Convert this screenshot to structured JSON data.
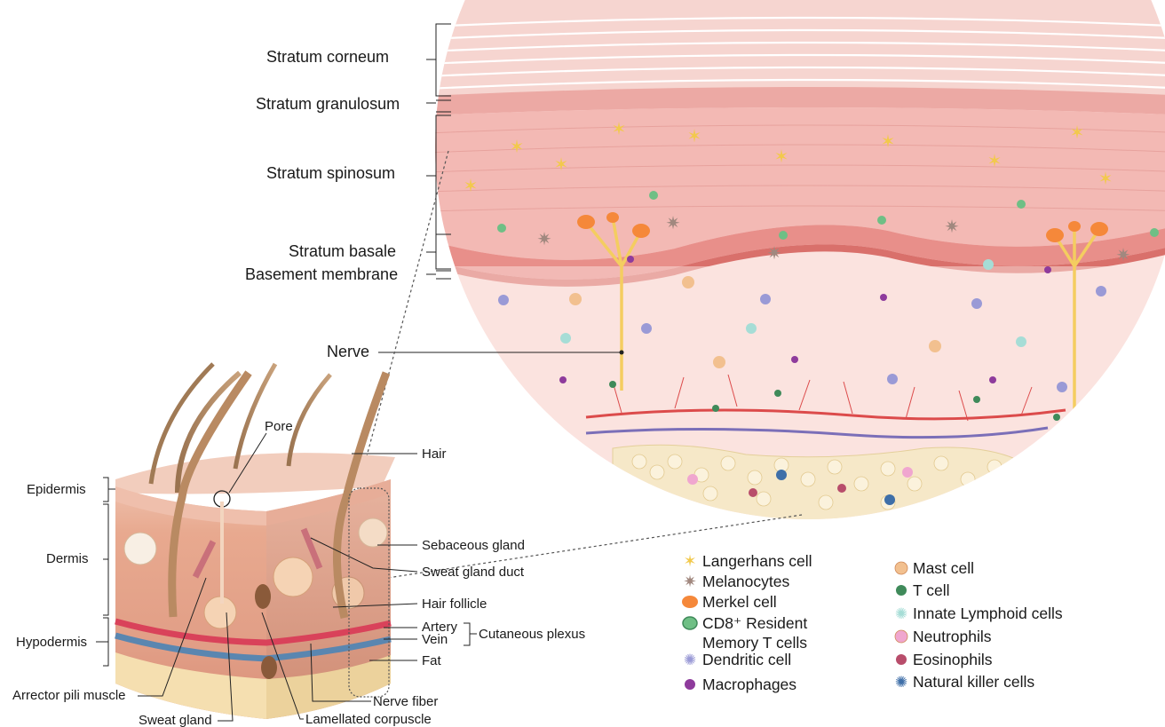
{
  "layers": {
    "stratum_corneum": "Stratum corneum",
    "stratum_granulosum": "Stratum granulosum",
    "stratum_spinosum": "Stratum spinosum",
    "stratum_basale": "Stratum basale",
    "basement_membrane": "Basement membrane"
  },
  "nerve": "Nerve",
  "block": {
    "pore": "Pore",
    "hair": "Hair",
    "epidermis": "Epidermis",
    "dermis": "Dermis",
    "hypodermis": "Hypodermis",
    "sebaceous_gland": "Sebaceous gland",
    "sweat_gland_duct": "Sweat gland duct",
    "hair_follicle": "Hair follicle",
    "artery": "Artery",
    "vein": "Vein",
    "cutaneous_plexus": "Cutaneous plexus",
    "fat": "Fat",
    "arrector_pili_muscle": "Arrector pili muscle",
    "nerve_fiber": "Nerve fiber",
    "sweat_gland": "Sweat gland",
    "lamellated_corpuscle": "Lamellated corpuscle"
  },
  "legend_left": [
    {
      "label": "Langerhans cell",
      "icon": "star-icon",
      "color": "#f2c94c"
    },
    {
      "label": "Melanocytes",
      "icon": "melanocyte-icon",
      "color": "#a1887f"
    },
    {
      "label": "Merkel cell",
      "icon": "oval-icon",
      "color": "#f5883a"
    },
    {
      "label": "CD8⁺ Resident",
      "label2": "Memory T cells",
      "icon": "ring-cell-icon",
      "color": "#6fbf85"
    },
    {
      "label": "Dendritic cell",
      "icon": "dendritic-icon",
      "color": "#9a9ad6"
    },
    {
      "label": "Macrophages",
      "icon": "dot-icon",
      "color": "#8e3b9c"
    }
  ],
  "legend_right": [
    {
      "label": "Mast cell",
      "icon": "granular-icon",
      "color": "#f2c08f"
    },
    {
      "label": "T cell",
      "icon": "tcell-icon",
      "color": "#3f8a5a"
    },
    {
      "label": "Innate Lymphoid cells",
      "icon": "ilc-icon",
      "color": "#a6ddd6"
    },
    {
      "label": "Neutrophils",
      "icon": "neutrophil-icon",
      "color": "#f0a6cf"
    },
    {
      "label": "Eosinophils",
      "icon": "eosinophil-icon",
      "color": "#b84d6b"
    },
    {
      "label": "Natural killer cells",
      "icon": "nk-icon",
      "color": "#3f6fa8"
    }
  ]
}
